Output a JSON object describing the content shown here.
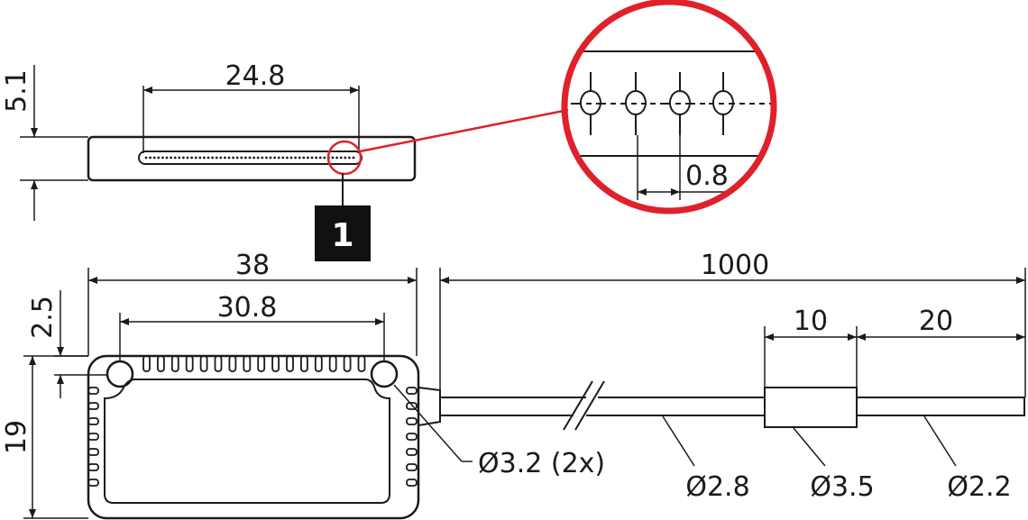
{
  "top_view": {
    "dim_width": "24.8",
    "dim_height": "5.1",
    "callout_number": "1"
  },
  "detail": {
    "dim_pitch": "0.8"
  },
  "front_view": {
    "dim_total_width": "38",
    "dim_hole_spacing": "30.8",
    "dim_hole_offset": "2.5",
    "dim_height": "19",
    "hole_label": "Ø3.2 (2x)"
  },
  "cable": {
    "dim_length": "1000",
    "dim_sleeve": "10",
    "dim_tip": "20",
    "cable_diameter": "Ø2.8",
    "sleeve_diameter": "Ø3.5",
    "tip_diameter": "Ø2.2"
  },
  "colors": {
    "line": "#1a1a1a",
    "highlight": "#e0202a",
    "badge": "#111111"
  }
}
